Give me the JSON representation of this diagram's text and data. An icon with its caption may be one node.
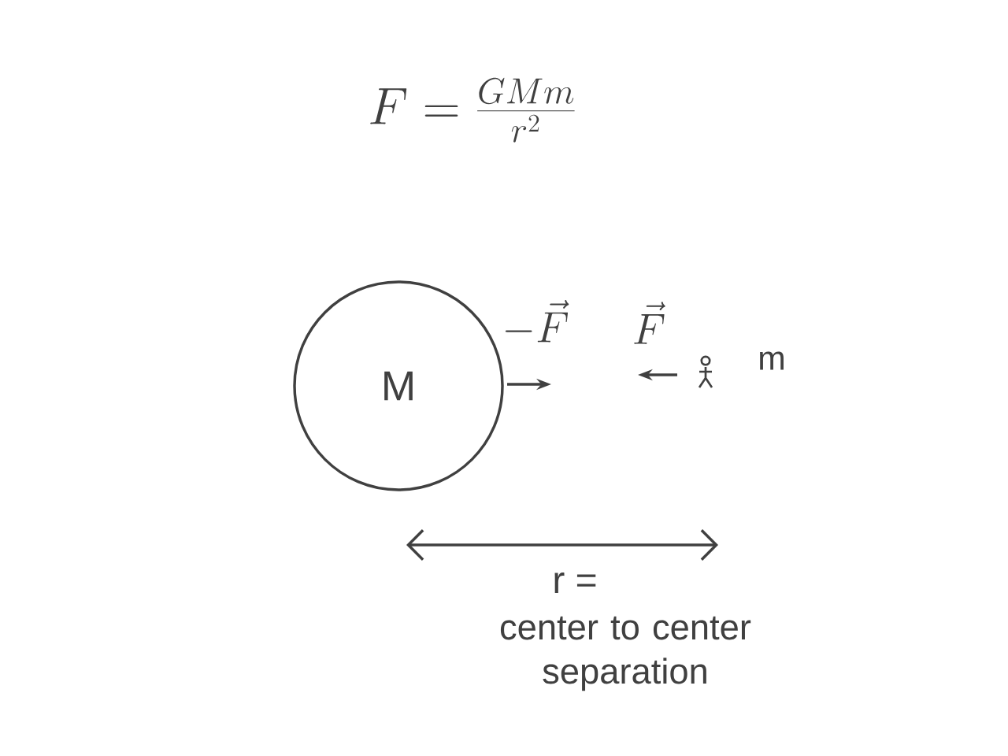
{
  "diagram": {
    "nodes": [
      {
        "text": [
          "M"
        ]
      },
      {
        "text": [],
        "shape": "person",
        "beside": [
          "m"
        ]
      }
    ],
    "labels": [
      "F = \\frac{GMm}{r^{2}}",
      "-\\vec{F}",
      "\\vec{F}",
      "r =",
      "center to center separation"
    ]
  }
}
